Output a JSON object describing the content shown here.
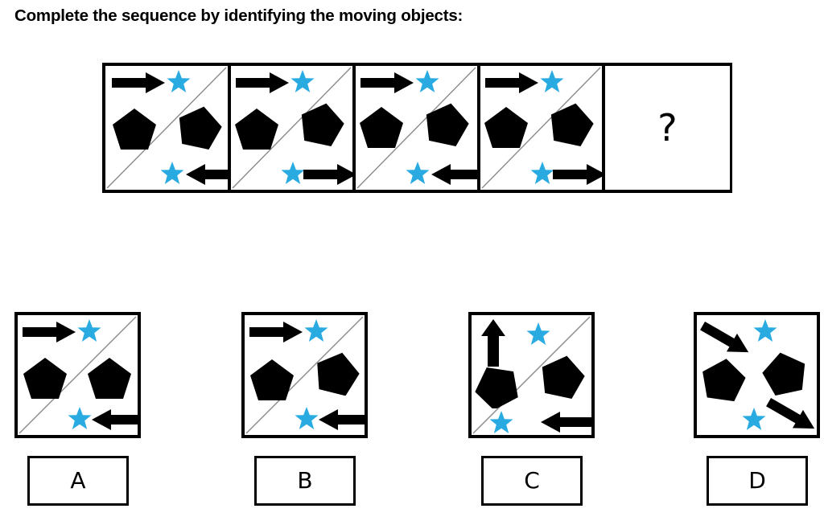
{
  "title": "Complete the sequence by identifying the moving objects:",
  "colors": {
    "star_blue": "#29ABE2",
    "shape_black": "#000000",
    "panel_border": "#000000",
    "diagonal_line": "#8a8a8a",
    "background": "#FFFFFF"
  },
  "sequence": {
    "panel_count": 5,
    "panels": [
      {
        "index": 1,
        "diagonal": "bottom-left-to-top-right",
        "items": [
          {
            "name": "arrow-right-top",
            "type": "arrow",
            "direction": "right",
            "rotation": 0,
            "color": "#000000"
          },
          {
            "name": "star-top",
            "type": "star",
            "color": "#29ABE2"
          },
          {
            "name": "pentagon-left",
            "type": "pentagon",
            "rotation": 0,
            "color": "#000000"
          },
          {
            "name": "pentagon-right",
            "type": "pentagon",
            "rotation": 12,
            "color": "#000000"
          },
          {
            "name": "star-bottom",
            "type": "star",
            "color": "#29ABE2"
          },
          {
            "name": "arrow-bottom",
            "type": "arrow",
            "direction": "left",
            "rotation": 0,
            "color": "#000000"
          }
        ]
      },
      {
        "index": 2,
        "diagonal": "bottom-left-to-top-right",
        "items": [
          {
            "name": "arrow-right-top",
            "type": "arrow",
            "direction": "right",
            "rotation": 0,
            "color": "#000000"
          },
          {
            "name": "star-top",
            "type": "star",
            "color": "#29ABE2"
          },
          {
            "name": "pentagon-left",
            "type": "pentagon",
            "rotation": 0,
            "color": "#000000"
          },
          {
            "name": "pentagon-right",
            "type": "pentagon",
            "rotation": 12,
            "color": "#000000"
          },
          {
            "name": "star-bottom",
            "type": "star",
            "color": "#29ABE2"
          },
          {
            "name": "arrow-bottom",
            "type": "arrow",
            "direction": "right",
            "rotation": 0,
            "color": "#000000"
          }
        ]
      },
      {
        "index": 3,
        "diagonal": "bottom-left-to-top-right",
        "items": [
          {
            "name": "arrow-right-top",
            "type": "arrow",
            "direction": "right",
            "rotation": 0,
            "color": "#000000"
          },
          {
            "name": "star-top",
            "type": "star",
            "color": "#29ABE2"
          },
          {
            "name": "pentagon-left",
            "type": "pentagon",
            "rotation": 0,
            "color": "#000000"
          },
          {
            "name": "pentagon-right",
            "type": "pentagon",
            "rotation": 12,
            "color": "#000000"
          },
          {
            "name": "star-bottom",
            "type": "star",
            "color": "#29ABE2"
          },
          {
            "name": "arrow-bottom",
            "type": "arrow",
            "direction": "left",
            "rotation": 0,
            "color": "#000000"
          }
        ]
      },
      {
        "index": 4,
        "diagonal": "bottom-left-to-top-right",
        "items": [
          {
            "name": "arrow-right-top",
            "type": "arrow",
            "direction": "right",
            "rotation": 0,
            "color": "#000000"
          },
          {
            "name": "star-top",
            "type": "star",
            "color": "#29ABE2"
          },
          {
            "name": "pentagon-left",
            "type": "pentagon",
            "rotation": 0,
            "color": "#000000"
          },
          {
            "name": "pentagon-right",
            "type": "pentagon",
            "rotation": 12,
            "color": "#000000"
          },
          {
            "name": "star-bottom",
            "type": "star",
            "color": "#29ABE2"
          },
          {
            "name": "arrow-bottom",
            "type": "arrow",
            "direction": "right",
            "rotation": 0,
            "color": "#000000"
          }
        ]
      },
      {
        "index": 5,
        "diagonal": "none",
        "placeholder": "?",
        "items": []
      }
    ]
  },
  "options": [
    {
      "key": "A",
      "label": "A",
      "diagonal": "bottom-left-to-top-right",
      "items": [
        {
          "name": "arrow-right-top",
          "type": "arrow",
          "direction": "right",
          "rotation": 0
        },
        {
          "name": "star-top",
          "type": "star"
        },
        {
          "name": "pentagon-left",
          "type": "pentagon",
          "rotation": 0
        },
        {
          "name": "pentagon-right",
          "type": "pentagon",
          "rotation": 0
        },
        {
          "name": "star-bottom",
          "type": "star"
        },
        {
          "name": "arrow-bottom",
          "type": "arrow",
          "direction": "left",
          "rotation": 0
        }
      ]
    },
    {
      "key": "B",
      "label": "B",
      "diagonal": "bottom-left-to-top-right",
      "items": [
        {
          "name": "arrow-right-top",
          "type": "arrow",
          "direction": "right",
          "rotation": 0
        },
        {
          "name": "star-top",
          "type": "star"
        },
        {
          "name": "pentagon-left",
          "type": "pentagon",
          "rotation": 0
        },
        {
          "name": "pentagon-right",
          "type": "pentagon",
          "rotation": 14
        },
        {
          "name": "star-bottom",
          "type": "star"
        },
        {
          "name": "arrow-bottom",
          "type": "arrow",
          "direction": "left",
          "rotation": 0
        }
      ]
    },
    {
      "key": "C",
      "label": "C",
      "diagonal": "bottom-left-to-top-right",
      "items": [
        {
          "name": "arrow-up-top",
          "type": "arrow",
          "direction": "up",
          "rotation": -90
        },
        {
          "name": "star-top",
          "type": "star"
        },
        {
          "name": "pentagon-left",
          "type": "pentagon",
          "rotation": -28
        },
        {
          "name": "pentagon-right",
          "type": "pentagon",
          "rotation": 12
        },
        {
          "name": "star-bottom",
          "type": "star"
        },
        {
          "name": "arrow-bottom",
          "type": "arrow",
          "direction": "left",
          "rotation": 0
        }
      ]
    },
    {
      "key": "D",
      "label": "D",
      "diagonal": "none",
      "items": [
        {
          "name": "arrow-diagonal-top",
          "type": "arrow",
          "direction": "down-right",
          "rotation": 30
        },
        {
          "name": "star-top",
          "type": "star"
        },
        {
          "name": "pentagon-left",
          "type": "pentagon",
          "rotation": 8
        },
        {
          "name": "pentagon-right",
          "type": "pentagon",
          "rotation": -12
        },
        {
          "name": "star-bottom",
          "type": "star"
        },
        {
          "name": "arrow-diagonal-bottom",
          "type": "arrow",
          "direction": "down-right",
          "rotation": 30
        }
      ]
    }
  ]
}
